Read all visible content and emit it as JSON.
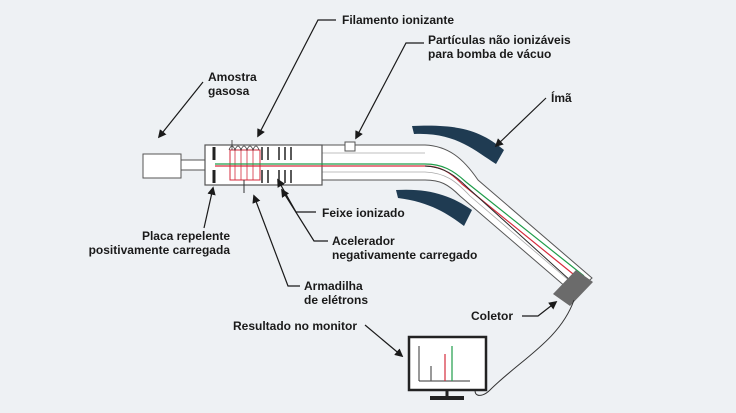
{
  "labels": {
    "amostra_l1": "Amostra",
    "amostra_l2": "gasosa",
    "filamento": "Filamento ionizante",
    "particulas_l1": "Partículas não  ionizáveis",
    "particulas_l2": "para bomba de vácuo",
    "ima": "Ímã",
    "placa_l1": "Placa repelente",
    "placa_l2": "positivamente carregada",
    "feixe": "Feixe ionizado",
    "acelerador_l1": "Acelerador",
    "acelerador_l2": "negativamente carregado",
    "armadilha_l1": "Armadilha",
    "armadilha_l2": "de elétrons",
    "coletor": "Coletor",
    "resultado": "Resultado no monitor"
  },
  "colors": {
    "background": "#eef1f4",
    "tube": "#ffffff",
    "outline": "#555555",
    "magnet": "#1f3b52",
    "beam_green": "#1f9d4a",
    "beam_red": "#d62b3c",
    "beam_dark": "#2b2b2b",
    "collector": "#6b6b6b"
  },
  "icons": {
    "magnet": "magnet-icon",
    "monitor": "monitor-icon",
    "collector": "collector-icon"
  }
}
